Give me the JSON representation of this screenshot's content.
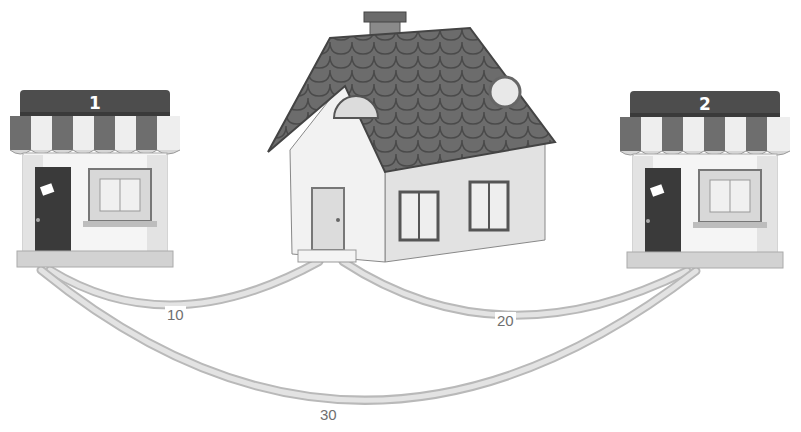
{
  "diagram": {
    "nodes": [
      {
        "text": [
          "1"
        ]
      },
      {
        "text": []
      },
      {
        "text": [
          "2"
        ]
      }
    ],
    "edges": [
      {
        "from": 0,
        "to": 1,
        "label": "10",
        "arrow": "none"
      },
      {
        "from": 1,
        "to": 2,
        "label": "20",
        "arrow": "none"
      },
      {
        "from": 0,
        "to": 2,
        "label": "30",
        "arrow": "none"
      }
    ]
  }
}
